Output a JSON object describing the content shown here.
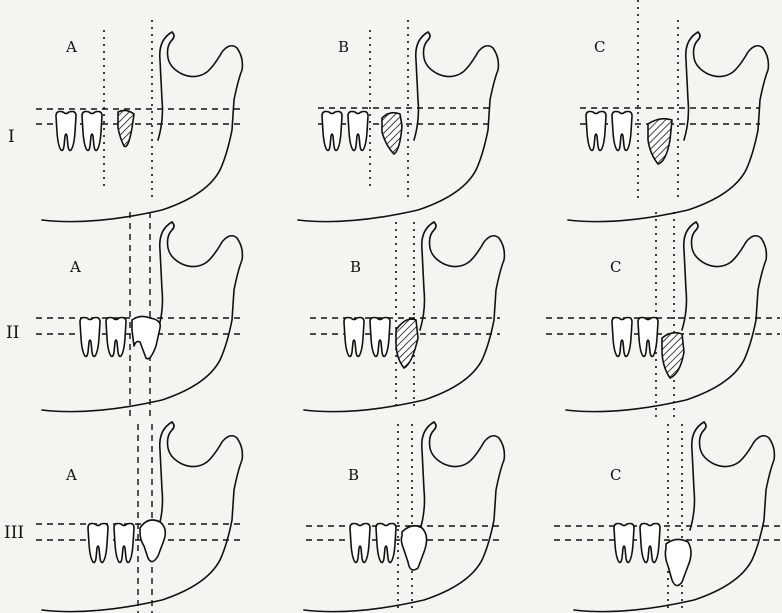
{
  "rows": [
    {
      "numeral": "I",
      "columns": [
        "A",
        "B",
        "C"
      ]
    },
    {
      "numeral": "II",
      "columns": [
        "A",
        "B",
        "C"
      ]
    },
    {
      "numeral": "III",
      "columns": [
        "A",
        "B",
        "C"
      ]
    }
  ],
  "colors": {
    "ink": "#111111",
    "paper": "#f4f4f1"
  }
}
